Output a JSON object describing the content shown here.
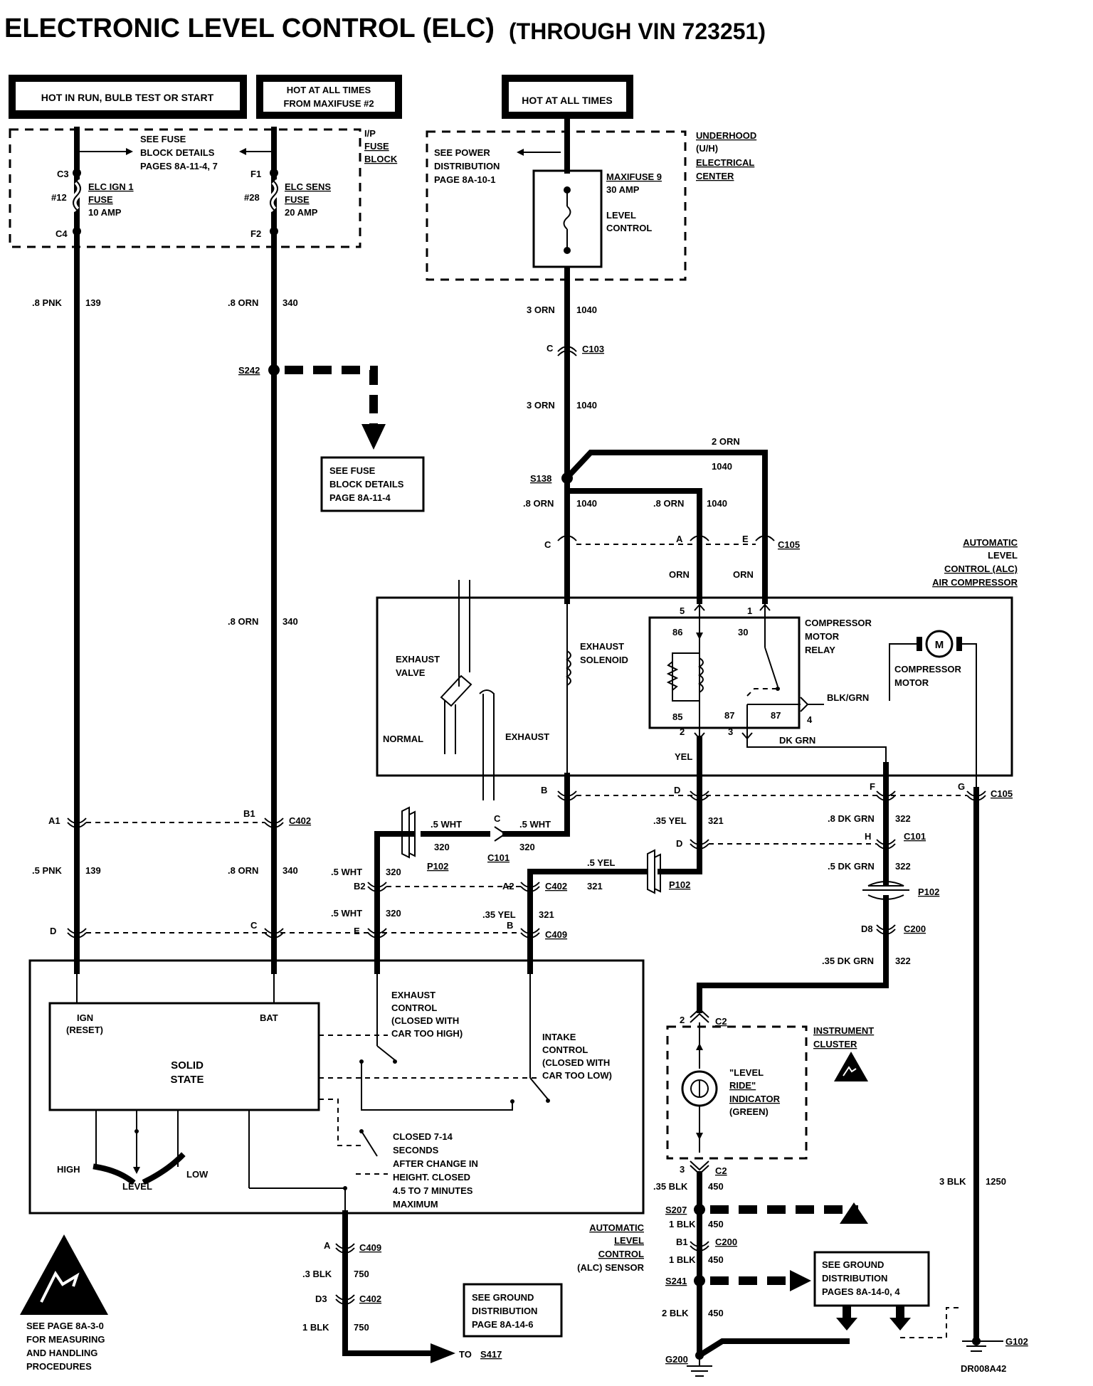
{
  "title": "ELECTRONIC LEVEL CONTROL (ELC)",
  "title_suffix": "(THROUGH VIN 723251)",
  "footer_code": "DR008A42",
  "power_boxes": [
    {
      "id": "run",
      "text": "HOT IN RUN, BULB TEST OR START"
    },
    {
      "id": "maxi",
      "line1": "HOT AT ALL TIMES",
      "line2": "FROM MAXIFUSE #2"
    },
    {
      "id": "hot",
      "text": "HOT AT ALL TIMES"
    }
  ],
  "fuse_block": {
    "name_l1": "I/P",
    "name_l2": "FUSE",
    "name_l3": "BLOCK",
    "see_l1": "SEE FUSE",
    "see_l2": "BLOCK DETAILS",
    "see_l3": "PAGES 8A-11-4, 7",
    "fuse12_num": "#12",
    "fuse12_in": "C3",
    "fuse12_out": "C4",
    "fuse12_l1": "ELC IGN 1",
    "fuse12_l2": "FUSE",
    "fuse12_l3": "10 AMP",
    "fuse28_num": "#28",
    "fuse28_in": "F1",
    "fuse28_out": "F2",
    "fuse28_l1": "ELC SENS",
    "fuse28_l2": "FUSE",
    "fuse28_l3": "20 AMP"
  },
  "underhood": {
    "name_l1": "UNDERHOOD",
    "name_l2": "(U/H)",
    "name_l3": "ELECTRICAL",
    "name_l4": "CENTER",
    "see_l1": "SEE POWER",
    "see_l2": "DISTRIBUTION",
    "see_l3": "PAGE 8A-10-1",
    "maxi_l1": "MAXIFUSE 9",
    "maxi_l2": "30 AMP",
    "maxi_l3": "LEVEL",
    "maxi_l4": "CONTROL"
  },
  "wires": {
    "w139_gauge": ".8 PNK",
    "w139_b_gauge": ".5 PNK",
    "w139_num": "139",
    "w340_gauge": ".8 ORN",
    "w340_num": "340",
    "w1040_gauge": "3 ORN",
    "w1040_num": "1040",
    "w1040_8": ".8 ORN",
    "w1040_2": "2 ORN",
    "orn": "ORN",
    "w320_gauge": ".5 WHT",
    "w320_num": "320",
    "w321_gauge": ".35 YEL",
    "w321_5": ".5 YEL",
    "w321_num": "321",
    "w322_8": ".8 DK GRN",
    "w322_5": ".5 DK GRN",
    "w322_35": ".35 DK GRN",
    "w322_num": "322",
    "w750_3": ".3 BLK",
    "w750_1": "1 BLK",
    "w750_num": "750",
    "w450_35": ".35 BLK",
    "w450_1": "1 BLK",
    "w450_2": "2 BLK",
    "w450_num": "450",
    "w1250_gauge": "3 BLK",
    "w1250_num": "1250",
    "yel": "YEL",
    "dkgrn": "DK GRN",
    "blkgrn": "BLK/GRN"
  },
  "splices": {
    "s242": "S242",
    "s138": "S138",
    "s207": "S207",
    "s241": "S241"
  },
  "connectors": {
    "c103": "C103",
    "c105": "C105",
    "c402": "C402",
    "c409": "C409",
    "c101": "C101",
    "p102": "P102",
    "c200": "C200",
    "c2": "C2",
    "pin_c": "C",
    "pin_a": "A",
    "pin_e": "E",
    "pin_b": "B",
    "pin_d": "D",
    "pin_f": "F",
    "pin_g": "G",
    "pin_h": "H",
    "pin_a1": "A1",
    "pin_b1": "B1",
    "pin_b2": "B2",
    "pin_a2": "A2",
    "pin_d3": "D3",
    "pin_d8": "D8",
    "pin_2": "2",
    "pin_3": "3",
    "pin_b1c200": "B1"
  },
  "refs": {
    "fuse_ref_l1": "SEE FUSE",
    "fuse_ref_l2": "BLOCK DETAILS",
    "fuse_ref_l3": "PAGE 8A-11-4",
    "gnd_ref_l1": "SEE GROUND",
    "gnd_ref_l2": "DISTRIBUTION",
    "gnd_ref_l3": "PAGE 8A-14-6",
    "gnd_ref2_l1": "SEE GROUND",
    "gnd_ref2_l2": "DISTRIBUTION",
    "gnd_ref2_l3": "PAGES 8A-14-0, 4",
    "to_s417": "TO",
    "s417": "S417"
  },
  "compressor": {
    "name_l1": "AUTOMATIC",
    "name_l2": "LEVEL",
    "name_l3": "CONTROL (ALC)",
    "name_l4": "AIR COMPRESSOR",
    "valve_l1": "EXHAUST",
    "valve_l2": "VALVE",
    "normal": "NORMAL",
    "exhaust": "EXHAUST",
    "sol_l1": "EXHAUST",
    "sol_l2": "SOLENOID",
    "relay_l1": "COMPRESSOR",
    "relay_l2": "MOTOR",
    "relay_l3": "RELAY",
    "motor_l1": "COMPRESSOR",
    "motor_l2": "MOTOR",
    "motor_symbol": "M",
    "p86": "86",
    "p30": "30",
    "p85": "85",
    "p87": "87",
    "p87b": "87",
    "pin5": "5",
    "pin1": "1",
    "pin2": "2",
    "pin3": "3",
    "pin4": "4"
  },
  "sensor": {
    "name_l1": "AUTOMATIC",
    "name_l2": "LEVEL",
    "name_l3": "CONTROL",
    "name_l4": "(ALC) SENSOR",
    "ign_l1": "IGN",
    "ign_l2": "(RESET)",
    "bat": "BAT",
    "solid_l1": "SOLID",
    "solid_l2": "STATE",
    "exh_l1": "EXHAUST",
    "exh_l2": "CONTROL",
    "exh_l3": "(CLOSED WITH",
    "exh_l4": "CAR TOO HIGH)",
    "int_l1": "INTAKE",
    "int_l2": "CONTROL",
    "int_l3": "(CLOSED WITH",
    "int_l4": "CAR TOO LOW)",
    "cl_l1": "CLOSED 7-14",
    "cl_l2": "SECONDS",
    "cl_l3": "AFTER CHANGE IN",
    "cl_l4": "HEIGHT.  CLOSED",
    "cl_l5": "4.5 TO 7 MINUTES",
    "cl_l6": "MAXIMUM",
    "high": "HIGH",
    "level": "LEVEL",
    "low": "LOW"
  },
  "cluster": {
    "name_l1": "INSTRUMENT",
    "name_l2": "CLUSTER",
    "ind_l1": "\"LEVEL",
    "ind_l2": "RIDE\"",
    "ind_l3": "INDICATOR",
    "ind_l4": "(GREEN)"
  },
  "ground": {
    "g102": "G102",
    "g200": "G200"
  },
  "esd": {
    "l1": "SEE PAGE 8A-3-0",
    "l2": "FOR MEASURING",
    "l3": "AND HANDLING",
    "l4": "PROCEDURES"
  }
}
